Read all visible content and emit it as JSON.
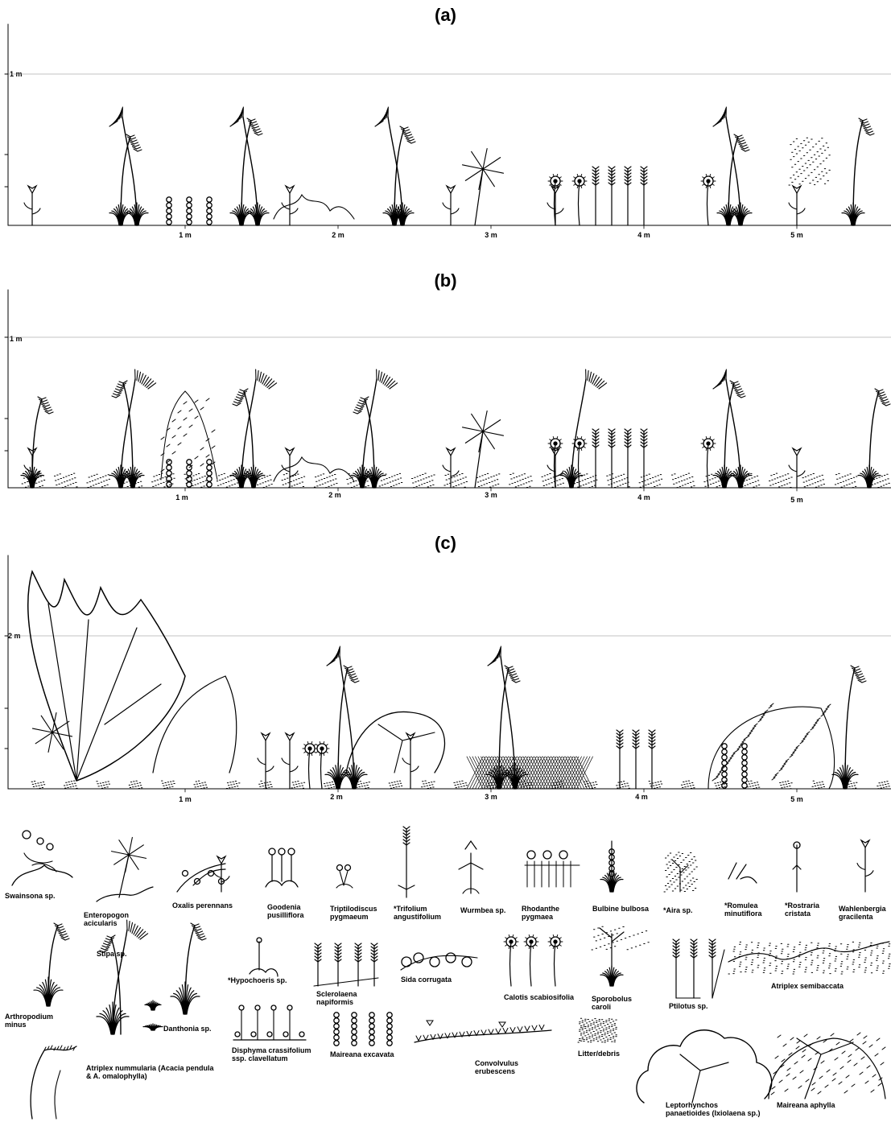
{
  "panels": [
    {
      "label": "(a)",
      "y_tick": "1 m",
      "x_ticks": [
        "1 m",
        "2 m",
        "3 m",
        "4 m",
        "5 m"
      ]
    },
    {
      "label": "(b)",
      "y_tick": "1 m",
      "x_ticks": [
        "1 m",
        "2 m",
        "3 m",
        "4 m",
        "5 m"
      ]
    },
    {
      "label": "(c)",
      "y_tick": "2 m",
      "x_ticks": [
        "1 m",
        "2 m",
        "3 m",
        "4 m",
        "5 m"
      ]
    }
  ],
  "legend": [
    "Swainsona sp.",
    "Enteropogon acicularis",
    "Oxalis perennans",
    "Goodenia pusilliflora",
    "Triptilodiscus pygmaeum",
    "*Trifolium angustifolium",
    "Wurmbea sp.",
    "Rhodanthe pygmaea",
    "Bulbine bulbosa",
    "*Aira sp.",
    "*Romulea minutiflora",
    "*Rostraria cristata",
    "Wahlenbergia gracilenta",
    "Arthropodium minus",
    "Stipa sp.",
    "*Hypochoeris sp.",
    "Sclerolaena napiformis",
    "Sida corrugata",
    "Calotis scabiosifolia",
    "Sporobolus caroli",
    "Ptilotus sp.",
    "Atriplex semibaccata",
    "Danthonia sp.",
    "Atriplex nummularia (Acacia pendula & A. omalophylla)",
    "Disphyma crassifolium ssp. clavellatum",
    "Maireana excavata",
    "Convolvulus erubescens",
    "Litter/debris",
    "Leptorhynchos panaetioides (Ixiolaena sp.)",
    "Maireana aphylla"
  ]
}
